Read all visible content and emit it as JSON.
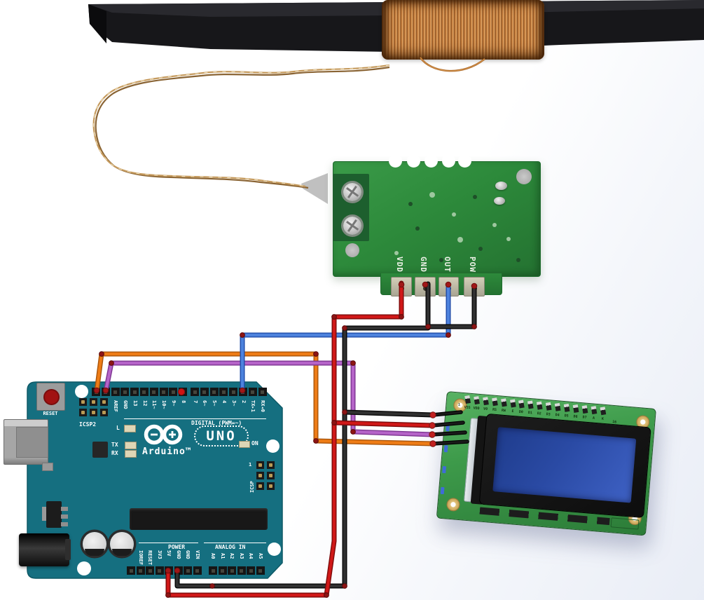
{
  "arduino": {
    "reset_label": "RESET",
    "icsp2_label": "ICSP2",
    "icsp_label": "ICSP",
    "icsp_pin1": "1",
    "led_l": "L",
    "led_tx": "TX",
    "led_rx": "RX",
    "led_on": "ON",
    "logo_uno": "UNO",
    "brand": "Arduino™",
    "digital_label": "DIGITAL (PWM=~)",
    "power_label": "POWER",
    "analog_label": "ANALOG IN",
    "digital_pins_left": [
      "",
      "",
      "AREF",
      "GND",
      "13",
      "12",
      "11~",
      "10~",
      "9~",
      "8"
    ],
    "digital_pins_right": [
      "7",
      "6~",
      "5~",
      "4",
      "3~",
      "2",
      "TX▸1",
      "RX◂0"
    ],
    "power_pins": [
      "",
      "IOREF",
      "RESET",
      "3V3",
      "5V",
      "GND",
      "GND",
      "VIN"
    ],
    "analog_pins": [
      "A0",
      "A1",
      "A2",
      "A3",
      "A4",
      "A5"
    ]
  },
  "receiver": {
    "pins": [
      "VDD",
      "GND",
      "OUT",
      "POW"
    ]
  },
  "lcd": {
    "pins": [
      "VSS",
      "VDD",
      "V0",
      "RS",
      "RW",
      "E",
      "D0",
      "D1",
      "D2",
      "D3",
      "D4",
      "D5",
      "D6",
      "D7",
      "A",
      "K"
    ],
    "mark_first": "1",
    "mark_last": "16"
  },
  "colors": {
    "board_teal": "#156f80",
    "pcb_green": "#2d8a3b",
    "lcd_pcb_green": "#3d9a4a",
    "lcd_screen_blue": "#2b4a9e",
    "copper": "#c07a36",
    "rod_black": "#17171a",
    "wire_red": "#d01818",
    "wire_red_dark": "#7c0a0a",
    "wire_black": "#303030",
    "wire_black_dark": "#070707",
    "wire_blue": "#4d82dd",
    "wire_blue_dark": "#1f4ba8",
    "wire_orange": "#ee7c16",
    "wire_orange_dark": "#a8540a",
    "wire_purple": "#b564c8",
    "wire_purple_dark": "#7c3390",
    "lead_black": "#1a1a1a"
  }
}
